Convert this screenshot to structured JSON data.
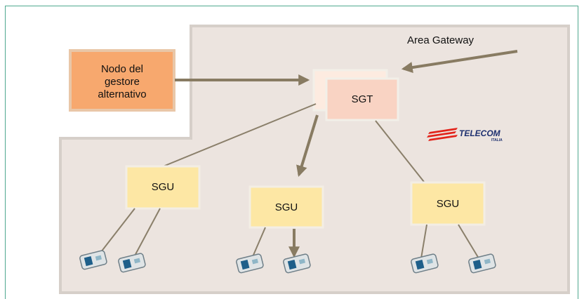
{
  "diagram": {
    "area_label": "Area Gateway",
    "external_node": "Nodo del\ngestore\nalternativo",
    "sgt_label": "SGT",
    "sgu_labels": [
      "SGU",
      "SGU",
      "SGU"
    ],
    "logo_text": "TELECOM",
    "logo_subtext": "ITALIA"
  },
  "colors": {
    "area_fill": "#ece4df",
    "area_border": "#cfc8c2",
    "external_fill": "#f7a86e",
    "sgt_fill": "#f9d3c3",
    "sgt_back_fill": "#fdebe0",
    "sgu_fill": "#fde7a4",
    "arrow": "#887b62",
    "line": "#8a7f6a",
    "logo_red": "#e2231a",
    "frame": "#4fa88f"
  }
}
